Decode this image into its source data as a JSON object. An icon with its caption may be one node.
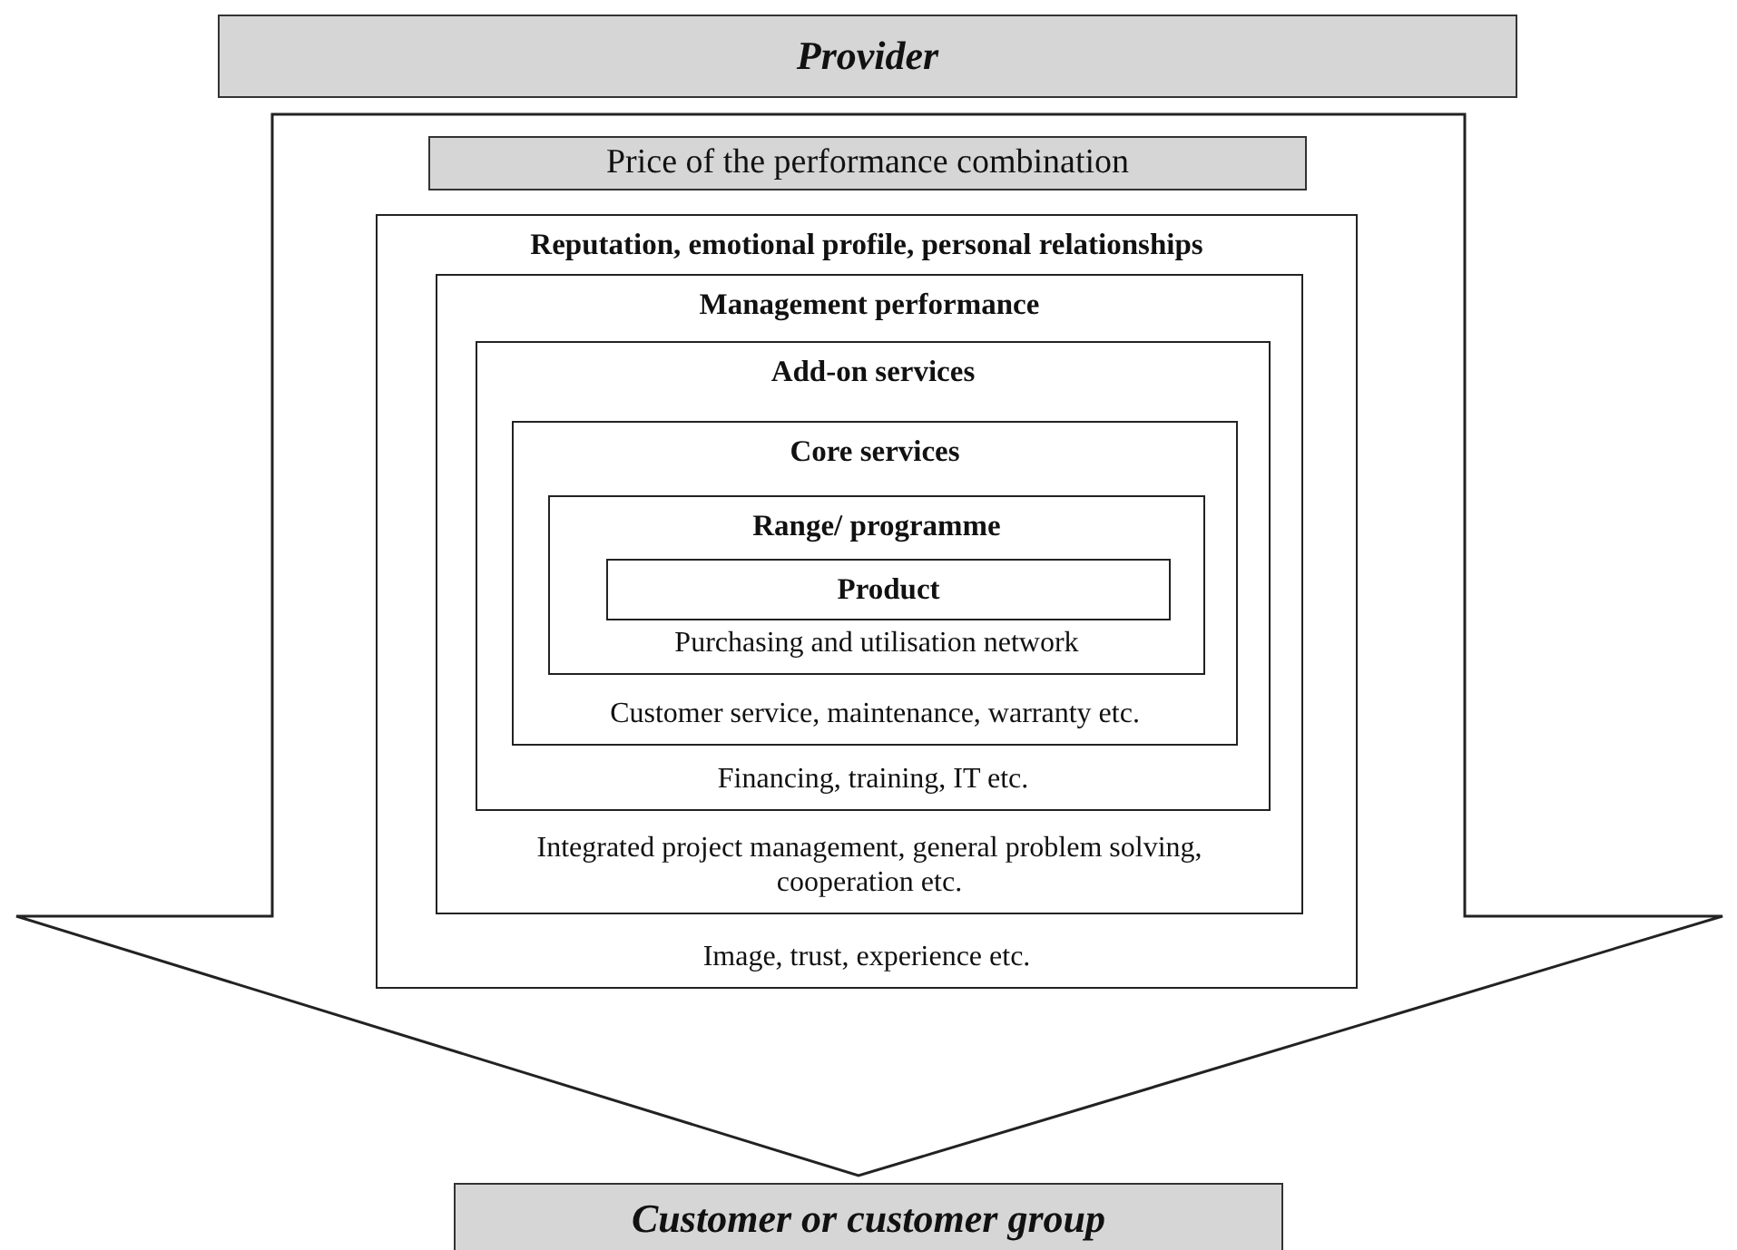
{
  "diagram": {
    "nodes": [
      {
        "text": [
          "Provider"
        ]
      },
      {
        "text": [],
        "shape": "arrow"
      },
      {
        "text": [
          "Price of the performance combination"
        ],
        "in": 1
      },
      {
        "text": [
          "Reputation, emotional profile, personal relationships",
          "Image, trust, experience etc."
        ],
        "in": 1
      },
      {
        "text": [
          "Management performance",
          "Integrated project management, general problem solving, cooperation etc."
        ],
        "in": 3
      },
      {
        "text": [
          "Add-on services",
          "Financing, training, IT etc."
        ],
        "in": 4
      },
      {
        "text": [
          "Core services",
          "Customer service, maintenance, warranty etc."
        ],
        "in": 5
      },
      {
        "text": [
          "Range/ programme",
          "Purchasing and utilisation network"
        ],
        "in": 6
      },
      {
        "text": [
          "Product"
        ],
        "in": 7
      },
      {
        "text": [
          "Customer or customer group"
        ]
      }
    ]
  }
}
